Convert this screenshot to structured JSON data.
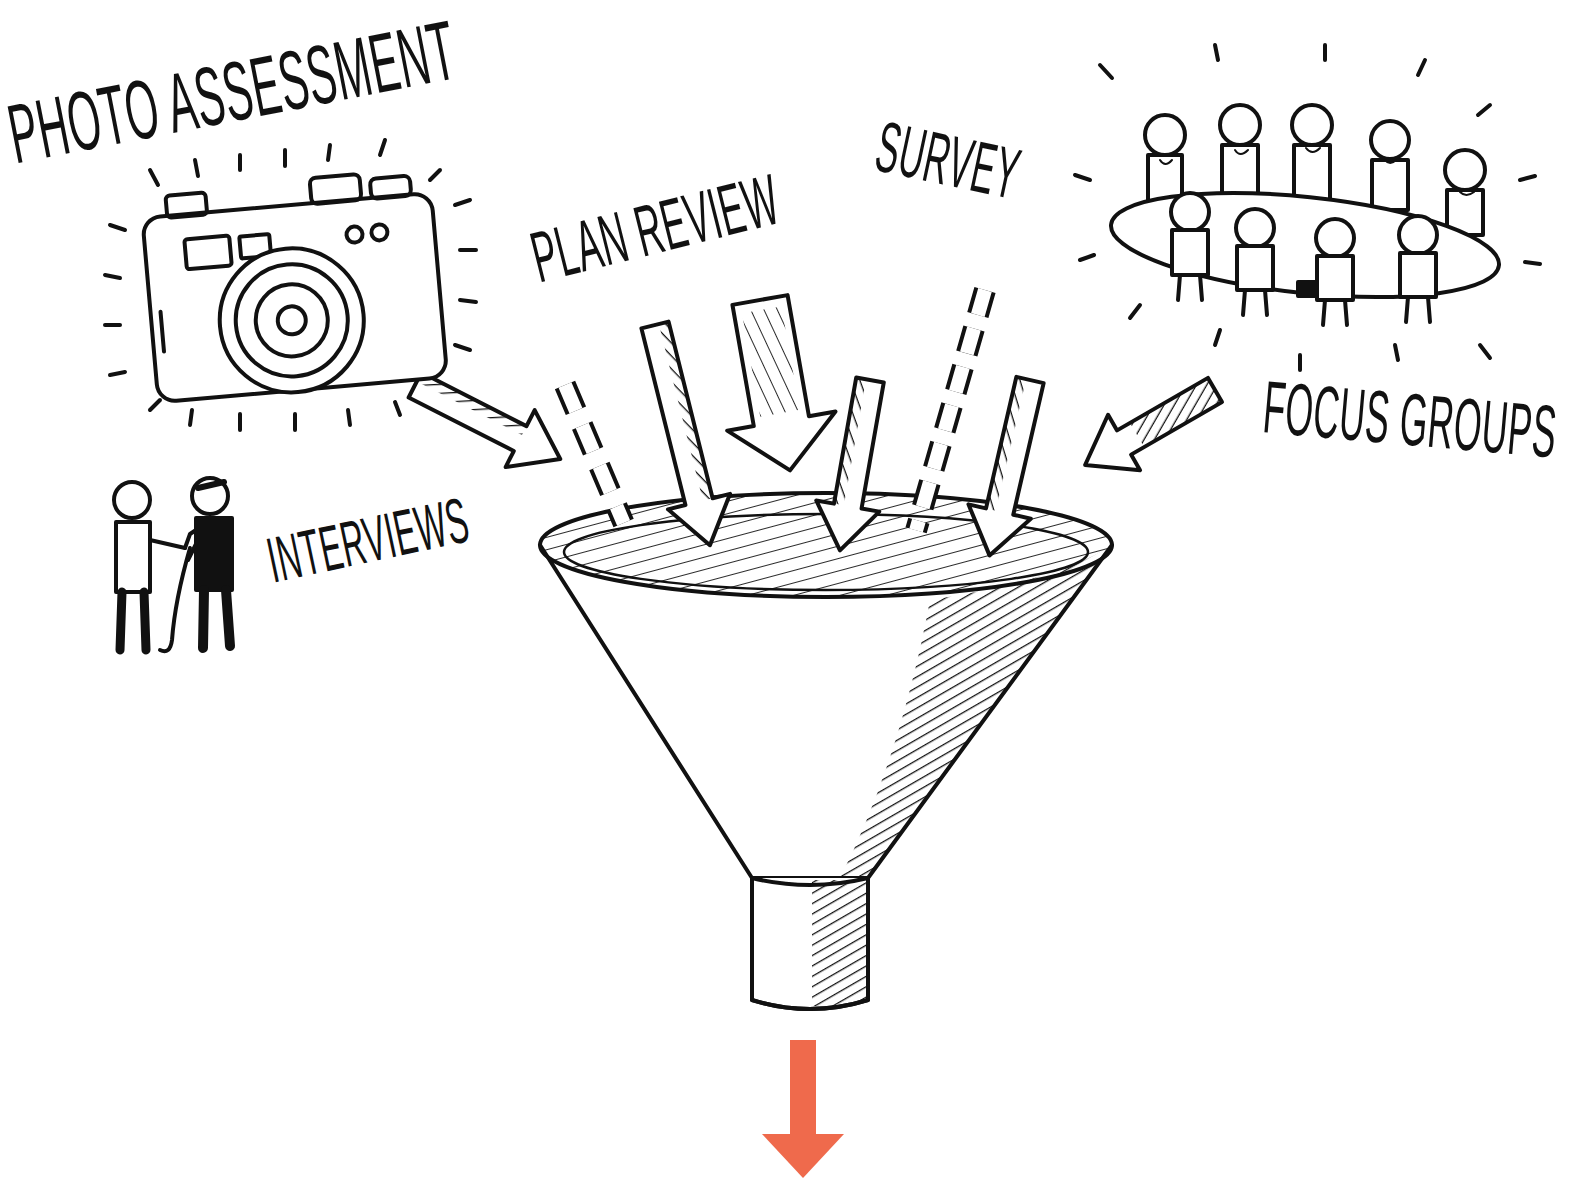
{
  "diagram": {
    "labels": [
      "PHOTO ASSESSMENT",
      "PLAN REVIEW",
      "SURVEY",
      "FOCUS GROUPS",
      "INTERVIEWS"
    ]
  }
}
